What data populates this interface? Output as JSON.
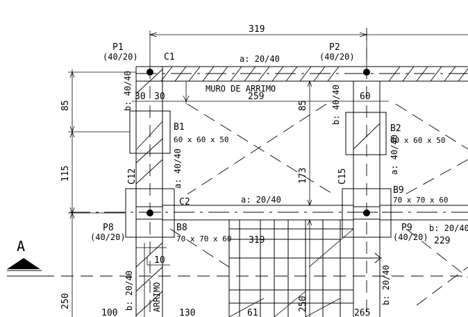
{
  "dimensions": {
    "top_span": "319",
    "left_85": "85",
    "left_115": "115",
    "left_250": "250",
    "mid_85": "85",
    "mid_173": "173",
    "mid_250": "250",
    "mid_319": "319",
    "dim_30a": "30",
    "dim_30b": "30",
    "dim_60": "60",
    "dim_259": "259",
    "dim_10": "10",
    "dim_100": "100",
    "dim_130": "130",
    "dim_61": "61",
    "dim_265": "265",
    "dim_229": "229"
  },
  "pillars": {
    "p1": {
      "name": "P1",
      "size": "(40/20)"
    },
    "p2": {
      "name": "P2",
      "size": "(40/20)"
    },
    "p8": {
      "name": "P8",
      "size": "(40/20)"
    },
    "p9": {
      "name": "P9",
      "size": "(40/20)"
    }
  },
  "columns": {
    "c1": "C1",
    "c2": "C2",
    "c12": "C12",
    "c15": "C15"
  },
  "footings": {
    "b1": {
      "name": "B1",
      "size": "60 x 60 x 50"
    },
    "b2": {
      "name": "B2",
      "size": "60 x 60 x 50"
    },
    "b8": {
      "name": "B8",
      "size": "70 x 70 x 60"
    },
    "b9": {
      "name": "B9",
      "size": "70 x 70 x 60"
    }
  },
  "beams": {
    "a_top": "a: 20/40",
    "a_mid": "a: 20/40",
    "b_left_top": "b: 40/40",
    "b_mid_top": "b: 40/40",
    "a_left_vert": "a: 40/40",
    "a_right_vert": "a: 40/40",
    "b_right": "b: 20/40",
    "b_bottom_left": "b: 20/40",
    "b_bottom_right": "b: 20/40"
  },
  "walls": {
    "retaining_top": "MURO DE ARRIMO",
    "retaining_left": "ARRIMO"
  },
  "section_marker": "A"
}
